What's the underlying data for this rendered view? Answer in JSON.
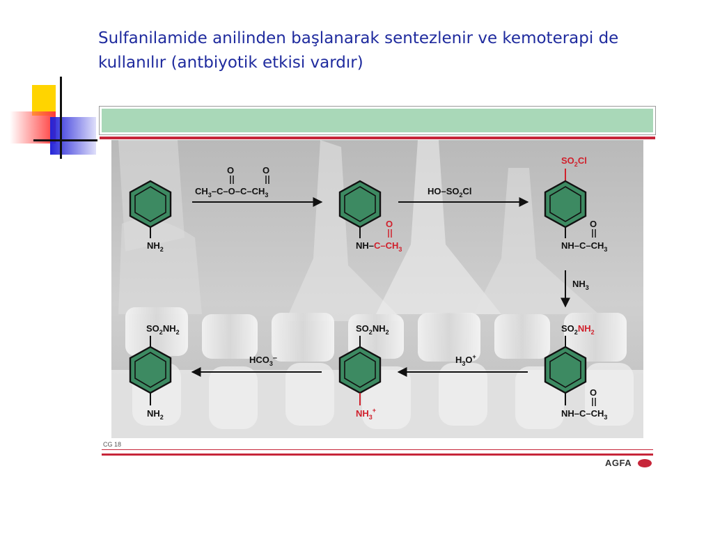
{
  "title": {
    "line1": "Sulfanilamide anilinden başlanarak sentezlenir ve kemoterapi de",
    "line2": "kullanılır (antbiyotik etkisi vardır)"
  },
  "colors": {
    "title": "#1f2b9e",
    "ring_fill": "#3d8a62",
    "highlight": "#d0202c",
    "green_bar": "#a9d8b8",
    "rule": "#c7263a"
  },
  "diagram": {
    "molecules": [
      {
        "id": "aniline",
        "bottom": "NH2"
      },
      {
        "id": "acetanilide",
        "bottom": "NH–C–CH3",
        "bottom_highlight": "C=O, CH3"
      },
      {
        "id": "sulfonyl-chloride",
        "top": "SO2Cl",
        "bottom": "NH–C–CH3"
      },
      {
        "id": "sulfonamide-acetyl",
        "top": "SO2NH2",
        "bottom": "NH–C–CH3"
      },
      {
        "id": "sulfanilamide-ammonium",
        "top": "SO2NH2",
        "bottom": "NH3+"
      },
      {
        "id": "sulfanilamide",
        "top": "SO2NH2",
        "bottom": "NH2"
      }
    ],
    "reagents": {
      "step1": "CH3–C(=O)–O–C(=O)–CH3",
      "step2": "HO–SO2Cl",
      "step3": "NH3",
      "step4": "H3O+",
      "step5": "HCO3–"
    }
  },
  "footer": {
    "code": "CG 18",
    "brand": "AGFA"
  }
}
